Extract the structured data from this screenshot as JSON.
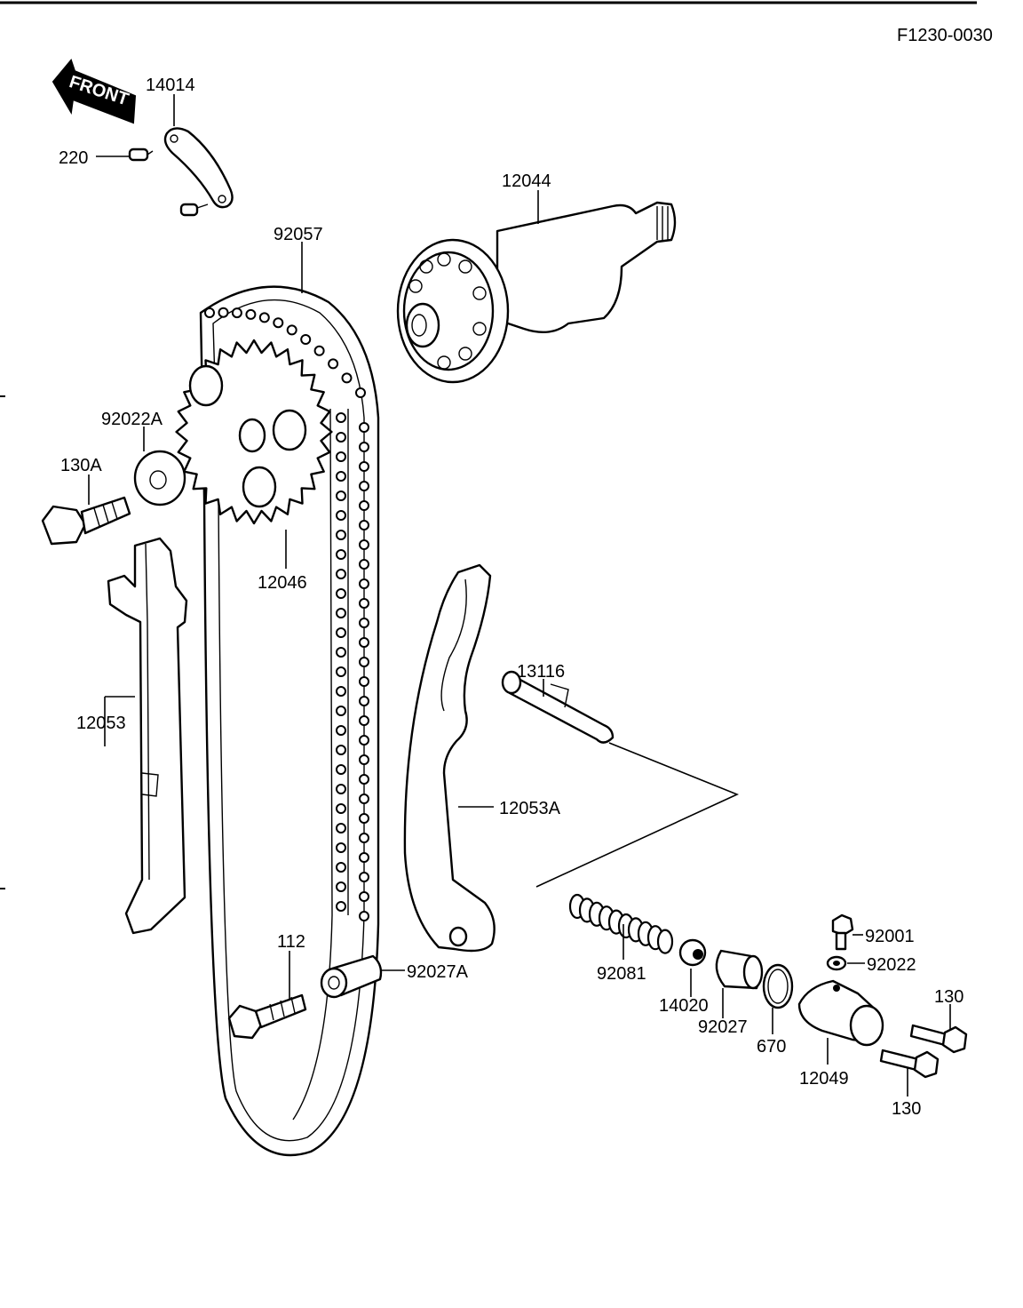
{
  "drawing_code": "F1230-0030",
  "front_label": "FRONT",
  "parts": [
    {
      "id": "14014",
      "label": "14014"
    },
    {
      "id": "220",
      "label": "220"
    },
    {
      "id": "12044",
      "label": "12044"
    },
    {
      "id": "92057",
      "label": "92057"
    },
    {
      "id": "92022A",
      "label": "92022A"
    },
    {
      "id": "130A",
      "label": "130A"
    },
    {
      "id": "12046",
      "label": "12046"
    },
    {
      "id": "12053",
      "label": "12053"
    },
    {
      "id": "13116",
      "label": "13116"
    },
    {
      "id": "12053A",
      "label": "12053A"
    },
    {
      "id": "112",
      "label": "112"
    },
    {
      "id": "92027A",
      "label": "92027A"
    },
    {
      "id": "92081",
      "label": "92081"
    },
    {
      "id": "14020",
      "label": "14020"
    },
    {
      "id": "92027",
      "label": "92027"
    },
    {
      "id": "670",
      "label": "670"
    },
    {
      "id": "12049",
      "label": "12049"
    },
    {
      "id": "92001",
      "label": "92001"
    },
    {
      "id": "92022",
      "label": "92022"
    },
    {
      "id": "130_upper",
      "label": "130"
    },
    {
      "id": "130_lower",
      "label": "130"
    }
  ]
}
